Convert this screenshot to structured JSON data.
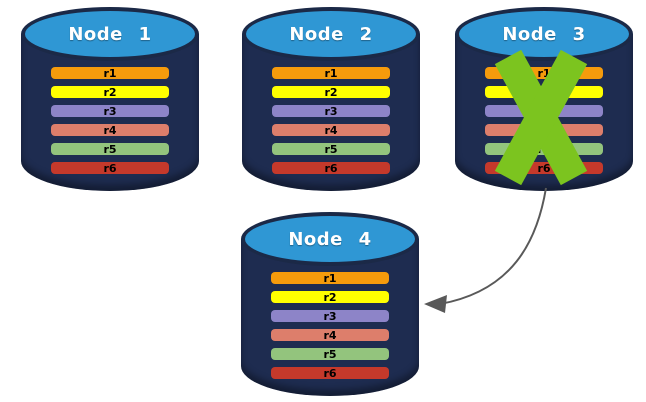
{
  "diagram": {
    "title": "database-replication-failover",
    "record_labels": [
      "r1",
      "r2",
      "r3",
      "r4",
      "r5",
      "r6"
    ],
    "record_colors": {
      "r1": "#F59B0C",
      "r2": "#FFFF00",
      "r3": "#8D84C8",
      "r4": "#DD7E6B",
      "r5": "#93C47D",
      "r6": "#C5392B"
    },
    "nodes": [
      {
        "label": "Node 1",
        "failed": false
      },
      {
        "label": "Node 2",
        "failed": false
      },
      {
        "label": "Node 3",
        "failed": true
      },
      {
        "label": "Node 4",
        "failed": false
      }
    ],
    "arrow": {
      "from": "Node 3",
      "to": "Node 4"
    },
    "colors": {
      "cylinder_body": "#1E2C50",
      "cylinder_top": "#2F97D4",
      "cylinder_outline": "#1B2947",
      "failure_x": "#7CC41F",
      "arrow": "#595959"
    }
  }
}
